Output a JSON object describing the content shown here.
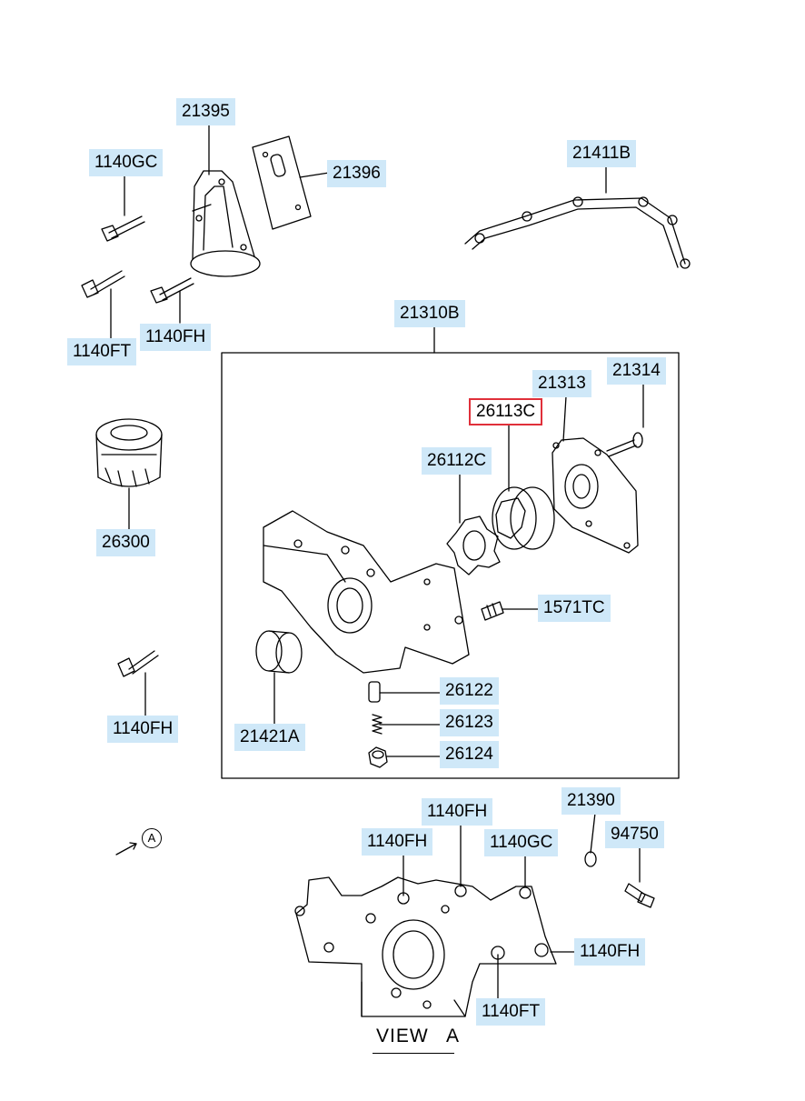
{
  "parts": {
    "p21395": "21395",
    "p21396": "21396",
    "p1140GC_top": "1140GC",
    "p21411B": "21411B",
    "p1140FT_left": "1140FT",
    "p1140FH_left": "1140FH",
    "p21310B": "21310B",
    "p21313": "21313",
    "p21314": "21314",
    "p26113C": "26113C",
    "p26112C": "26112C",
    "p26300": "26300",
    "p1571TC": "1571TC",
    "p26122": "26122",
    "p26123": "26123",
    "p26124": "26124",
    "p21421A": "21421A",
    "p1140FH_mid": "1140FH",
    "p21390": "21390",
    "p94750": "94750",
    "p1140FH_view1": "1140FH",
    "p1140FH_view2": "1140FH",
    "p1140GC_view": "1140GC",
    "p1140FH_view3": "1140FH",
    "p1140FT_view": "1140FT"
  },
  "view_caption": "VIEW   A",
  "ref_marker": "A",
  "colors": {
    "label_bg": "#cfe8f8",
    "highlight_border": "#e0303a",
    "line": "#000000"
  }
}
